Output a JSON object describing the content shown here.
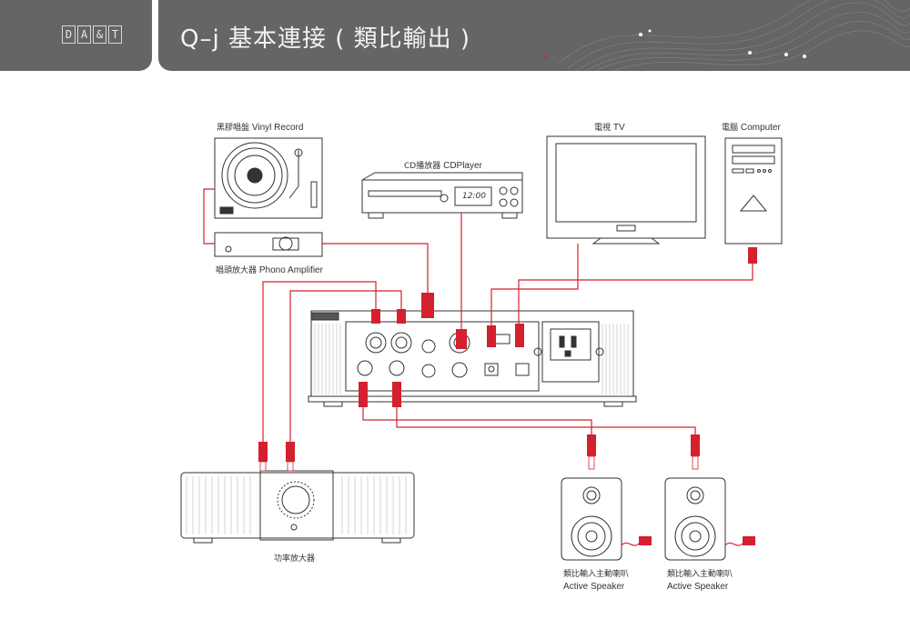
{
  "brand": {
    "letters": [
      "D",
      "A",
      "&",
      "T"
    ]
  },
  "header": {
    "title": "Q–j 基本連接 ( 類比輸出 )"
  },
  "devices": {
    "vinyl": {
      "zh": "黑膠唱盤",
      "en": "Vinyl Record"
    },
    "cd": {
      "zh": "CD播放器",
      "en": "CDPlayer",
      "display": "12:00"
    },
    "tv": {
      "zh": "電視",
      "en": "TV"
    },
    "computer": {
      "zh": "電腦",
      "en": "Computer"
    },
    "phono": {
      "zh": "唱頭放大器",
      "en": "Phono Amplifier"
    },
    "amp": {
      "zh": "功率放大器"
    },
    "speaker_left": {
      "zh": "類比輸入主動喇叭",
      "en": "Active Speaker"
    },
    "speaker_right": {
      "zh": "類比輸入主動喇叭",
      "en": "Active Speaker"
    }
  },
  "colors": {
    "header": "#656565",
    "cable": "#d4202f",
    "line": "#333333"
  }
}
